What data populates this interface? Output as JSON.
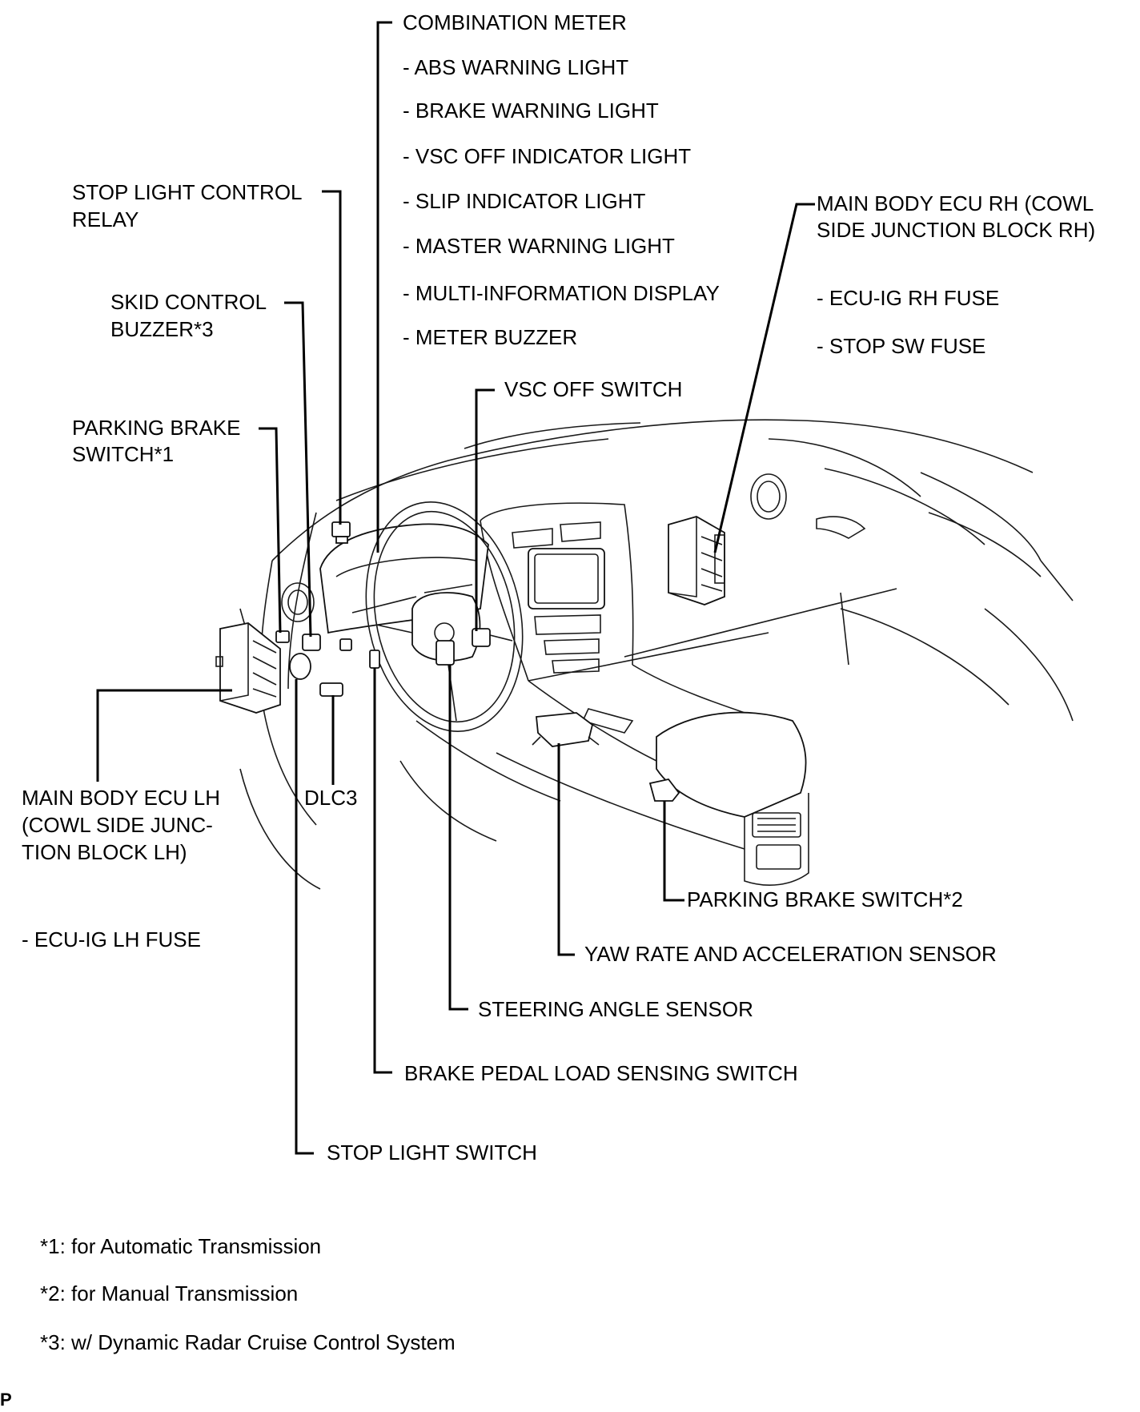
{
  "combination_meter": {
    "title": "COMBINATION METER",
    "items": [
      "- ABS WARNING LIGHT",
      "- BRAKE WARNING LIGHT",
      "- VSC OFF INDICATOR LIGHT",
      "- SLIP INDICATOR LIGHT",
      "- MASTER WARNING LIGHT",
      "- MULTI-INFORMATION DISPLAY",
      "- METER BUZZER"
    ]
  },
  "stop_light_control_relay": {
    "line1": "STOP LIGHT CONTROL",
    "line2": "RELAY"
  },
  "skid_control_buzzer": {
    "line1": "SKID CONTROL",
    "line2": "BUZZER*3"
  },
  "parking_brake_switch_1": {
    "line1": "PARKING BRAKE",
    "line2": "SWITCH*1"
  },
  "main_body_ecu_rh": {
    "line1": "MAIN BODY ECU RH (COWL",
    "line2": "SIDE JUNCTION BLOCK RH)",
    "fuses": [
      "- ECU-IG RH FUSE",
      "- STOP SW FUSE"
    ]
  },
  "vsc_off_switch": "VSC OFF SWITCH",
  "main_body_ecu_lh": {
    "line1": "MAIN BODY ECU LH",
    "line2": "(COWL SIDE JUNC-",
    "line3": "TION BLOCK LH)",
    "fuses": [
      "- ECU-IG LH FUSE"
    ]
  },
  "dlc3": "DLC3",
  "parking_brake_switch_2": "PARKING BRAKE SWITCH*2",
  "yaw_rate_sensor": "YAW RATE AND ACCELERATION SENSOR",
  "steering_angle_sensor": "STEERING ANGLE SENSOR",
  "brake_pedal_load_switch": "BRAKE PEDAL LOAD SENSING SWITCH",
  "stop_light_switch": "STOP LIGHT SWITCH",
  "footnotes": [
    "*1: for Automatic Transmission",
    "*2: for Manual Transmission",
    "*3: w/ Dynamic Radar Cruise Control System"
  ],
  "corner_mark": "P"
}
